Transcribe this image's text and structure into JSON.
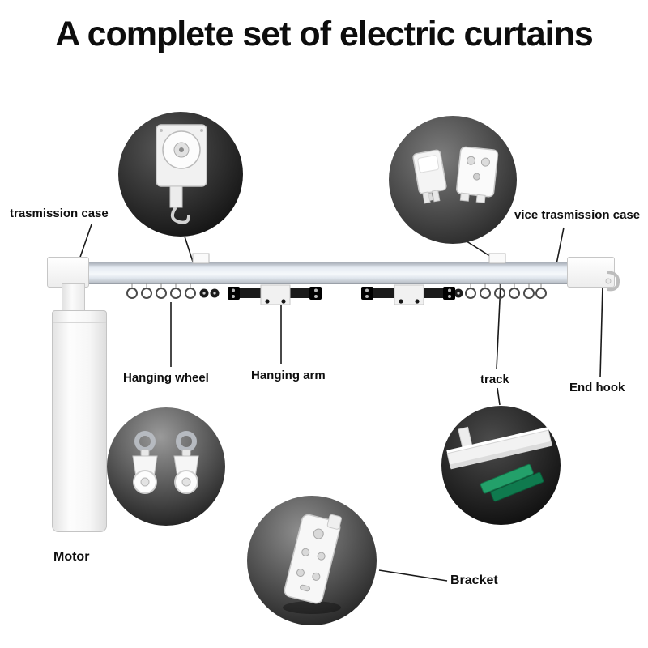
{
  "title": "A complete set of electric curtains",
  "labels": {
    "transmission_case": "trasmission case",
    "vice_transmission_case": "vice trasmission case",
    "hanging_wheel": "Hanging wheel",
    "hanging_arm": "Hanging arm",
    "track": "track",
    "end_hook": "End hook",
    "motor": "Motor",
    "bracket": "Bracket"
  },
  "icons": {
    "transmission_case_detail": "gear-motor-mechanism-icon",
    "vice_transmission_case_detail": "plastic-end-housings-icon",
    "hanging_wheel_detail": "pulley-wheels-icon",
    "track_bracket_detail": "rail-profile-with-green-clamp-icon",
    "bracket_detail": "mounting-plate-with-holes-icon"
  },
  "colors": {
    "bracket_green": "#23a06a",
    "bracket_green_dark": "#0f7a4e",
    "rail_tint": "#e6ecf3"
  }
}
